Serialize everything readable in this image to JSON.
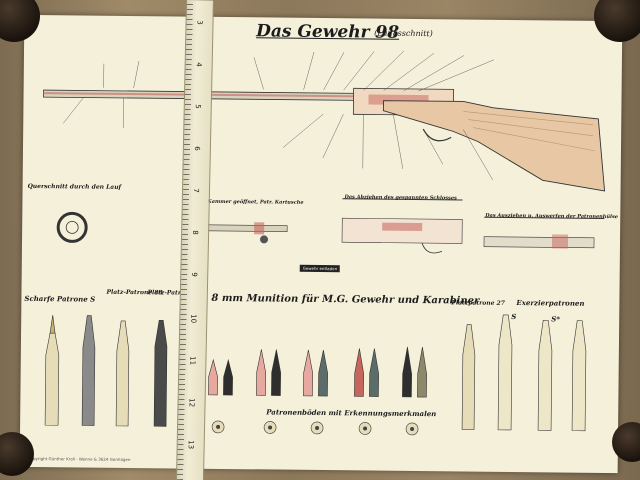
{
  "poster": {
    "title": "Das Gewehr 98",
    "subtitle": "(Längsschnitt)",
    "footer": "Copyright Günther Kroll · Wanne & 3624 Isenhagen"
  },
  "sections": {
    "cross_section": "Querschnitt durch den Lauf",
    "bolt_open": "Kammer geöffnet, Patr. Kartusche",
    "sear_release": "Das Abziehen des gespannten Schlosses",
    "cartridge_eject": "Das Ausziehen u. Auswerfen der Patronenhülse",
    "ammunition_heading": "8 mm Munition für M.G. Gewehr und Karabiner",
    "live_round": "Scharfe Patrone S",
    "blank_round_88": "Platz-Patrone 88",
    "blank_round_mg": "Platz-Patr. M.G.",
    "blank_round_27": "Platzpatrone 27",
    "dummy_rounds": "Exerzierpatronen",
    "cartridge_bases": "Patronenböden mit Erkennungsmerkmalen",
    "dummy_s": "S",
    "dummy_s_prime": "S*"
  },
  "tags": {
    "center_tag": "Gewehr entladen"
  },
  "ruler": {
    "marks": [
      "3",
      "4",
      "5",
      "6",
      "7",
      "8",
      "9",
      "10",
      "11",
      "12",
      "13"
    ]
  },
  "colors": {
    "paper": "#f4f0da",
    "ink": "#1c1c1c",
    "wood": "#e8c8a4",
    "brass": "#e6dcb8",
    "bullet_red": "#c7645c",
    "steel": "#6f6f6f"
  }
}
